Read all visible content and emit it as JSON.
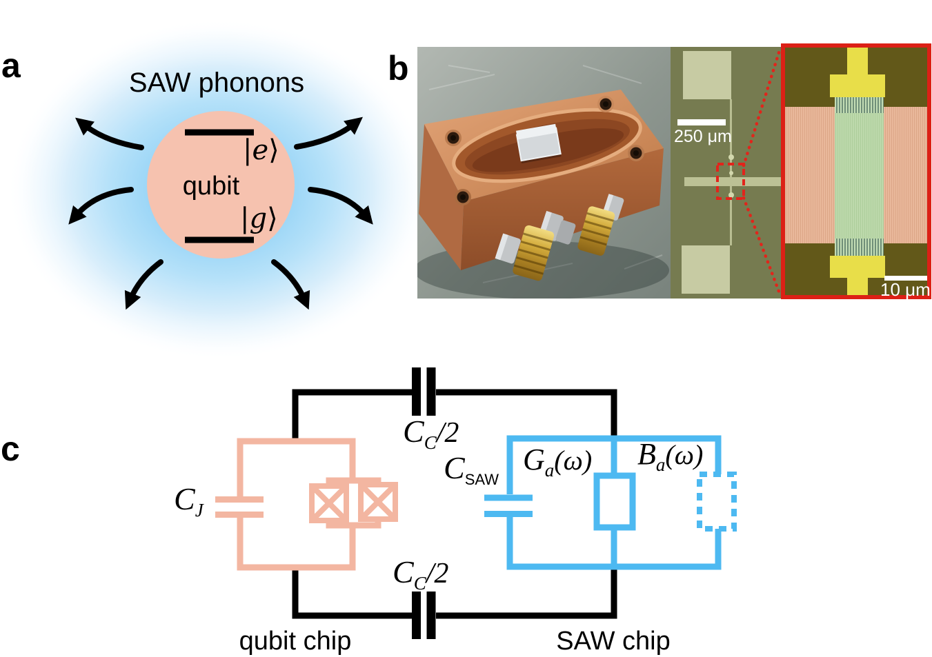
{
  "figure": {
    "panels": {
      "a": {
        "label": "a",
        "title": "SAW phonons",
        "qubit_label": "qubit",
        "excited_state": {
          "open": "|",
          "letter": "e",
          "close": "⟩"
        },
        "ground_state": {
          "open": "|",
          "letter": "g",
          "close": "⟩"
        }
      },
      "b": {
        "label": "b",
        "scalebar_overview": "250 μm",
        "scalebar_zoom": "10 μm"
      },
      "c": {
        "label": "c",
        "coupling_cap_top": {
          "sym": "C",
          "sub": "C",
          "suffix": "/2"
        },
        "coupling_cap_bottom": {
          "sym": "C",
          "sub": "C",
          "suffix": "/2"
        },
        "qubit_cap": {
          "sym": "C",
          "sub": "J"
        },
        "saw_cap": {
          "sym": "C",
          "sub": "SAW"
        },
        "acoustic_conductance": {
          "sym": "G",
          "sub": "a",
          "suffix": "(ω)"
        },
        "acoustic_susceptance": {
          "sym": "B",
          "sub": "a",
          "suffix": "(ω)"
        },
        "qubit_chip_label": "qubit chip",
        "saw_chip_label": "SAW chip"
      }
    },
    "colors": {
      "qubit_circle_pink": "#f6c2af",
      "circuit_pink": "#f3b6a1",
      "circuit_blue": "#4db9f1",
      "phonon_glow_blue": "#8ccff4",
      "highlight_red": "#dc2016",
      "wire_black": "#000000"
    }
  }
}
